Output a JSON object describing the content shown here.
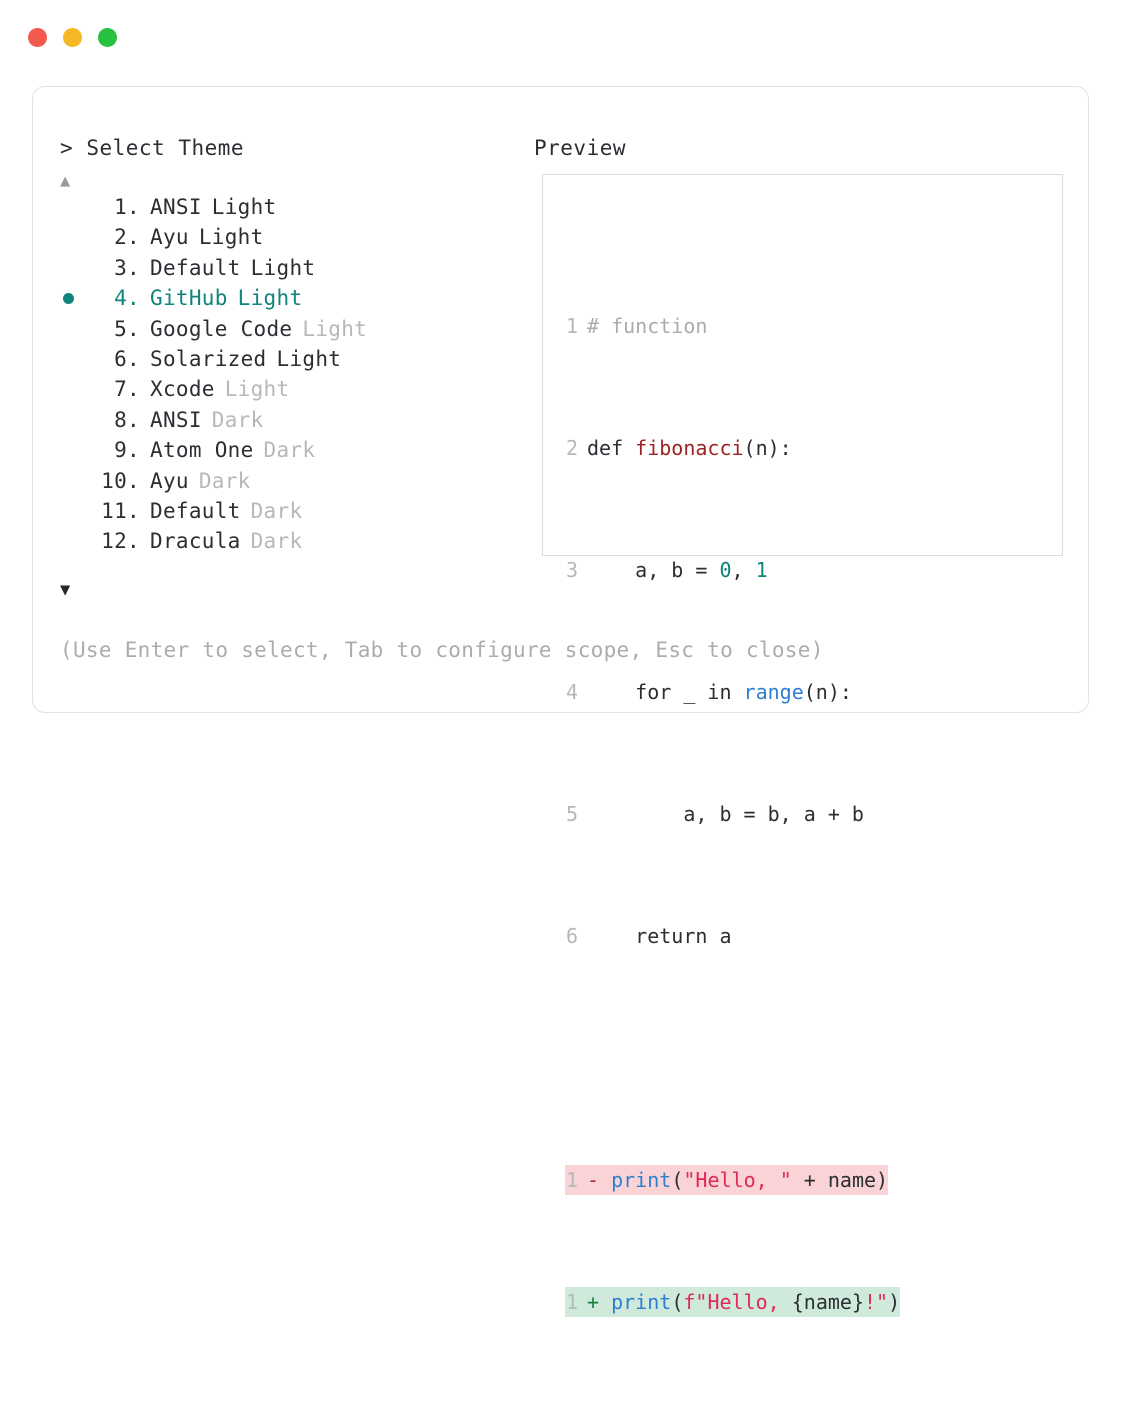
{
  "window": {
    "buttons": [
      {
        "name": "close",
        "color": "#f4594f"
      },
      {
        "name": "minimize",
        "color": "#f5b723"
      },
      {
        "name": "maximize",
        "color": "#28c13f"
      }
    ]
  },
  "prompt": {
    "marker": ">",
    "title": "Select Theme",
    "scroll_up": "▲",
    "scroll_down": "▼"
  },
  "preview": {
    "header": "Preview"
  },
  "themes": {
    "selected_index": 4,
    "accent": "#10847a",
    "items": [
      {
        "index": "1.",
        "name": "ANSI",
        "variant": "Light",
        "dim": false,
        "selected": false
      },
      {
        "index": "2.",
        "name": "Ayu",
        "variant": "Light",
        "dim": false,
        "selected": false
      },
      {
        "index": "3.",
        "name": "Default",
        "variant": "Light",
        "dim": false,
        "selected": false
      },
      {
        "index": "4.",
        "name": "GitHub",
        "variant": "Light",
        "dim": false,
        "selected": true
      },
      {
        "index": "5.",
        "name": "Google Code",
        "variant": "Light",
        "dim": true,
        "selected": false
      },
      {
        "index": "6.",
        "name": "Solarized",
        "variant": "Light",
        "dim": false,
        "selected": false
      },
      {
        "index": "7.",
        "name": "Xcode",
        "variant": "Light",
        "dim": true,
        "selected": false
      },
      {
        "index": "8.",
        "name": "ANSI",
        "variant": "Dark",
        "dim": true,
        "selected": false
      },
      {
        "index": "9.",
        "name": "Atom One",
        "variant": "Dark",
        "dim": true,
        "selected": false
      },
      {
        "index": "10.",
        "name": "Ayu",
        "variant": "Dark",
        "dim": true,
        "selected": false
      },
      {
        "index": "11.",
        "name": "Default",
        "variant": "Dark",
        "dim": true,
        "selected": false
      },
      {
        "index": "12.",
        "name": "Dracula",
        "variant": "Dark",
        "dim": true,
        "selected": false
      }
    ]
  },
  "code": {
    "lines": [
      {
        "num": "1",
        "text": "# function"
      },
      {
        "num": "2",
        "text": "def fibonacci(n):"
      },
      {
        "num": "3",
        "text": "    a, b = 0, 1"
      },
      {
        "num": "4",
        "text": "    for _ in range(n):"
      },
      {
        "num": "5",
        "text": "        a, b = b, a + b"
      },
      {
        "num": "6",
        "text": "    return a"
      }
    ],
    "comment": "# function",
    "l2_kw": "def ",
    "l2_fn": "fibonacci",
    "l2_rest": "(n):",
    "l3_a": "    a, b = ",
    "l3_n1": "0",
    "l3_c": ", ",
    "l3_n2": "1",
    "l4_a": "    for _ in ",
    "l4_fn": "range",
    "l4_b": "(n):",
    "l5": "        a, b = b, a + b",
    "l6": "    return a",
    "diff": {
      "del": {
        "num": "1",
        "marker": "- ",
        "fn": "print",
        "open": "(",
        "str": "\"Hello, \"",
        "tail": " + name)"
      },
      "add": {
        "num": "1",
        "marker": "+ ",
        "fn": "print",
        "open": "(",
        "str": "f\"Hello, ",
        "mid": "{name}",
        "bang": "!\"",
        "close": ")"
      }
    }
  },
  "footer": {
    "hint": "(Use Enter to select, Tab to configure scope, Esc to close)"
  }
}
